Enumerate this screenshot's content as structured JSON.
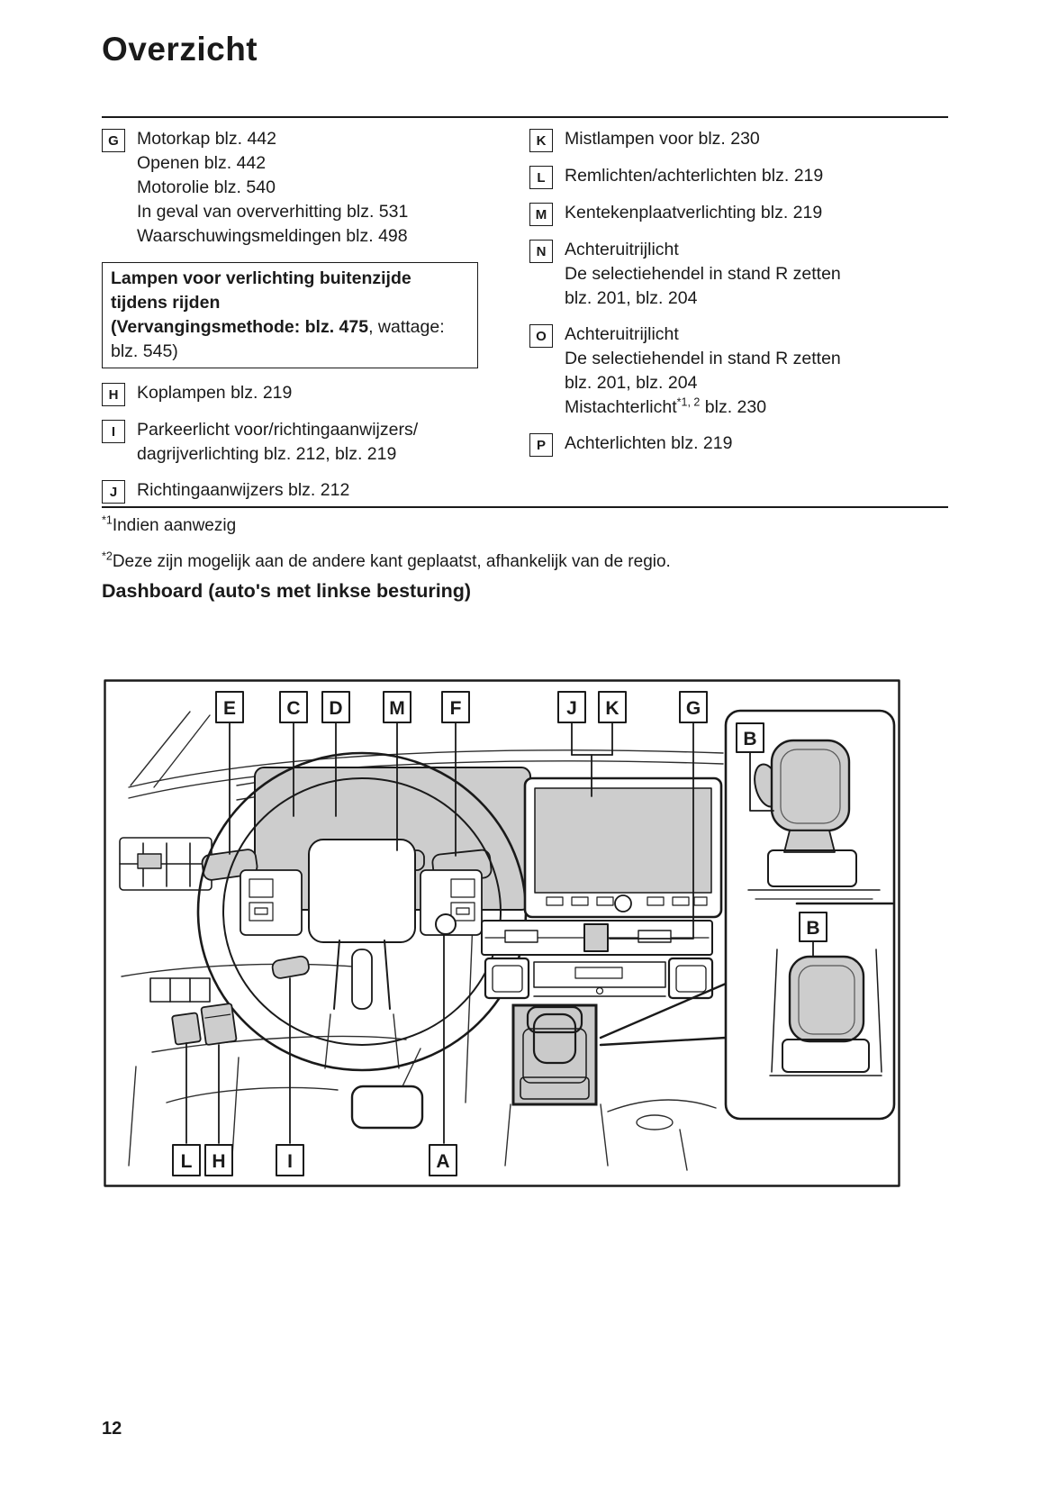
{
  "page": {
    "title": "Overzicht",
    "page_number": "12",
    "section_heading": "Dashboard (auto's met linkse besturing)"
  },
  "legend": {
    "left": [
      {
        "key": "G",
        "lines": [
          "Motorkap blz. 442",
          "Openen blz. 442",
          "Motorolie blz. 540",
          "In geval van oververhitting blz. 531",
          "Waarschuwingsmeldingen blz. 498"
        ]
      },
      {
        "key": "H",
        "lines": [
          "Koplampen blz. 219"
        ]
      },
      {
        "key": "I",
        "lines": [
          "Parkeerlicht voor/richtingaanwijzers/",
          "dagrijverlichting blz. 212, blz. 219"
        ]
      },
      {
        "key": "J",
        "lines": [
          "Richtingaanwijzers blz. 212"
        ]
      }
    ],
    "note_box": {
      "line1_bold": "Lampen voor verlichting buitenzijde",
      "line2_bold": "tijdens rijden",
      "line3_bold": "(Vervangingsmethode: blz. 475",
      "line3_regular": ", wattage:",
      "line4_regular": "blz. 545)"
    },
    "right": [
      {
        "key": "K",
        "lines": [
          "Mistlampen voor blz. 230"
        ]
      },
      {
        "key": "L",
        "lines": [
          "Remlichten/achterlichten blz. 219"
        ]
      },
      {
        "key": "M",
        "lines": [
          "Kentekenplaatverlichting blz. 219"
        ]
      },
      {
        "key": "N",
        "lines": [
          "Achteruitrijlicht",
          "De selectiehendel in stand R zetten",
          "blz. 201, blz. 204"
        ]
      },
      {
        "key": "O",
        "lines": [
          "Achteruitrijlicht",
          "De selectiehendel in stand R zetten",
          "blz. 201, blz. 204"
        ],
        "last_line": {
          "pre": "Mistachterlicht",
          "sup": "*1, 2",
          "post": " blz. 230"
        }
      },
      {
        "key": "P",
        "lines": [
          "Achterlichten blz. 219"
        ]
      }
    ]
  },
  "footnotes": [
    {
      "sup": "*1",
      "text": "Indien aanwezig"
    },
    {
      "sup": "*2",
      "text": "Deze zijn mogelijk aan de andere kant geplaatst, afhankelijk van de regio."
    }
  ],
  "diagram": {
    "top_labels": [
      "E",
      "C",
      "D",
      "M",
      "F",
      "J",
      "K",
      "G"
    ],
    "inset_labels": [
      "B",
      "B"
    ],
    "bottom_labels": [
      "L",
      "H",
      "I",
      "A"
    ],
    "colors": {
      "line": "#1a1a1a",
      "shade": "#cdcdcd"
    }
  }
}
